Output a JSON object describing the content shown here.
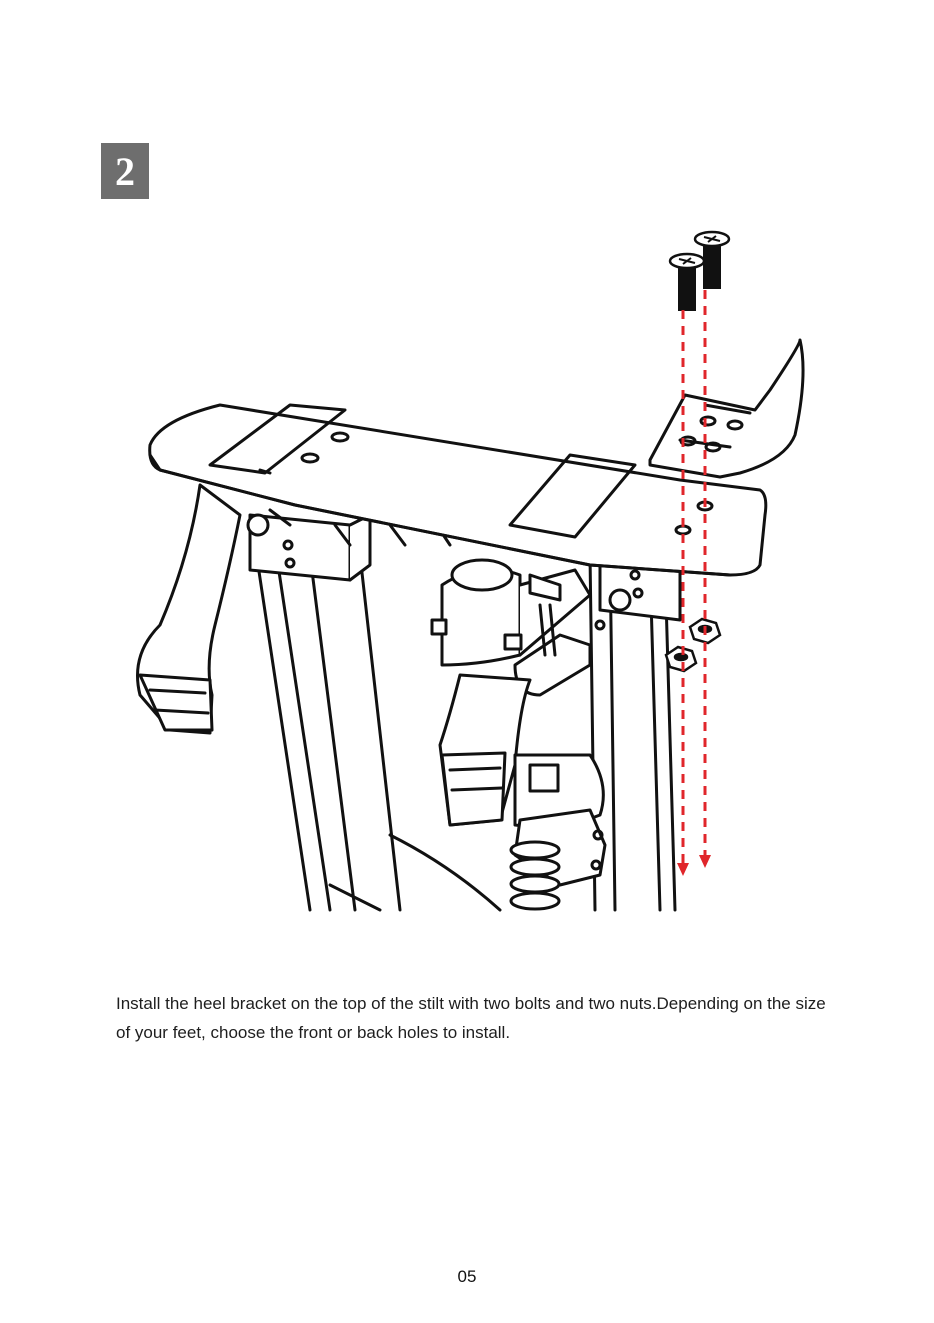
{
  "step": {
    "number": "2"
  },
  "instructions": {
    "text": "Install the  heel bracket on the top of the stilt with two bolts and two nuts.Depending on the size of your feet, choose the front or back holes to install."
  },
  "page": {
    "number": "05"
  },
  "colors": {
    "badge": "#6e6e6e",
    "arrow": "#e0262b",
    "line": "#111111"
  },
  "illustration": {
    "parts": [
      "bolt-icon",
      "bolt-icon",
      "nut-icon",
      "nut-icon",
      "heel-bracket",
      "footplate",
      "strap",
      "spring",
      "stilt-frame"
    ]
  }
}
